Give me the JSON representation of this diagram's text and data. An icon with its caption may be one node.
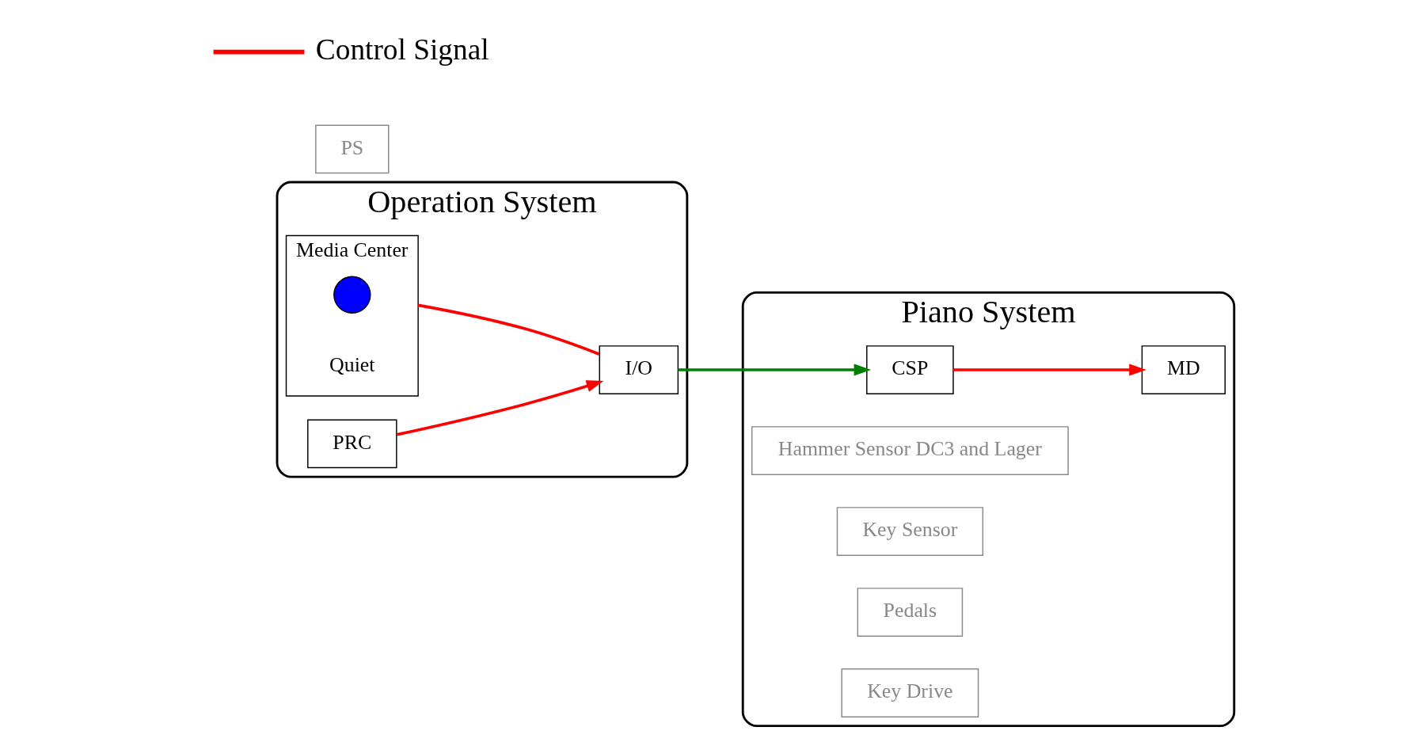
{
  "diagram": {
    "nodes": [
      {
        "text": [
          "Operation System"
        ]
      },
      {
        "text": [
          "PRC"
        ],
        "in": 0
      },
      {
        "text": [
          "Media Center"
        ],
        "in": 0
      },
      {
        "text": [],
        "shape": "circle",
        "in": 2,
        "beside": [
          "Quiet"
        ]
      },
      {
        "text": [
          "I/O"
        ],
        "in": 0
      },
      {
        "text": [
          "PS"
        ]
      },
      {
        "text": [
          "Piano System"
        ]
      },
      {
        "text": [
          "MD"
        ],
        "in": 6
      },
      {
        "text": [
          "CSP"
        ],
        "in": 6
      },
      {
        "text": [
          "Hammer Sensor DC3 and Lager"
        ],
        "in": 6
      },
      {
        "text": [
          "Key Sensor"
        ],
        "in": 6
      },
      {
        "text": [
          "Pedals"
        ],
        "in": 6
      },
      {
        "text": [
          "Key Drive"
        ],
        "in": 6
      }
    ],
    "edges": [
      {
        "from": 1,
        "to": 4,
        "arrow": "to"
      },
      {
        "from": 2,
        "to": 4,
        "arrow": "none"
      },
      {
        "from": 4,
        "to": 8,
        "arrow": "to",
        "color": "#008000"
      },
      {
        "from": 8,
        "to": 7,
        "arrow": "to"
      }
    ],
    "legend": [
      {
        "text": "Control Signal"
      }
    ]
  }
}
